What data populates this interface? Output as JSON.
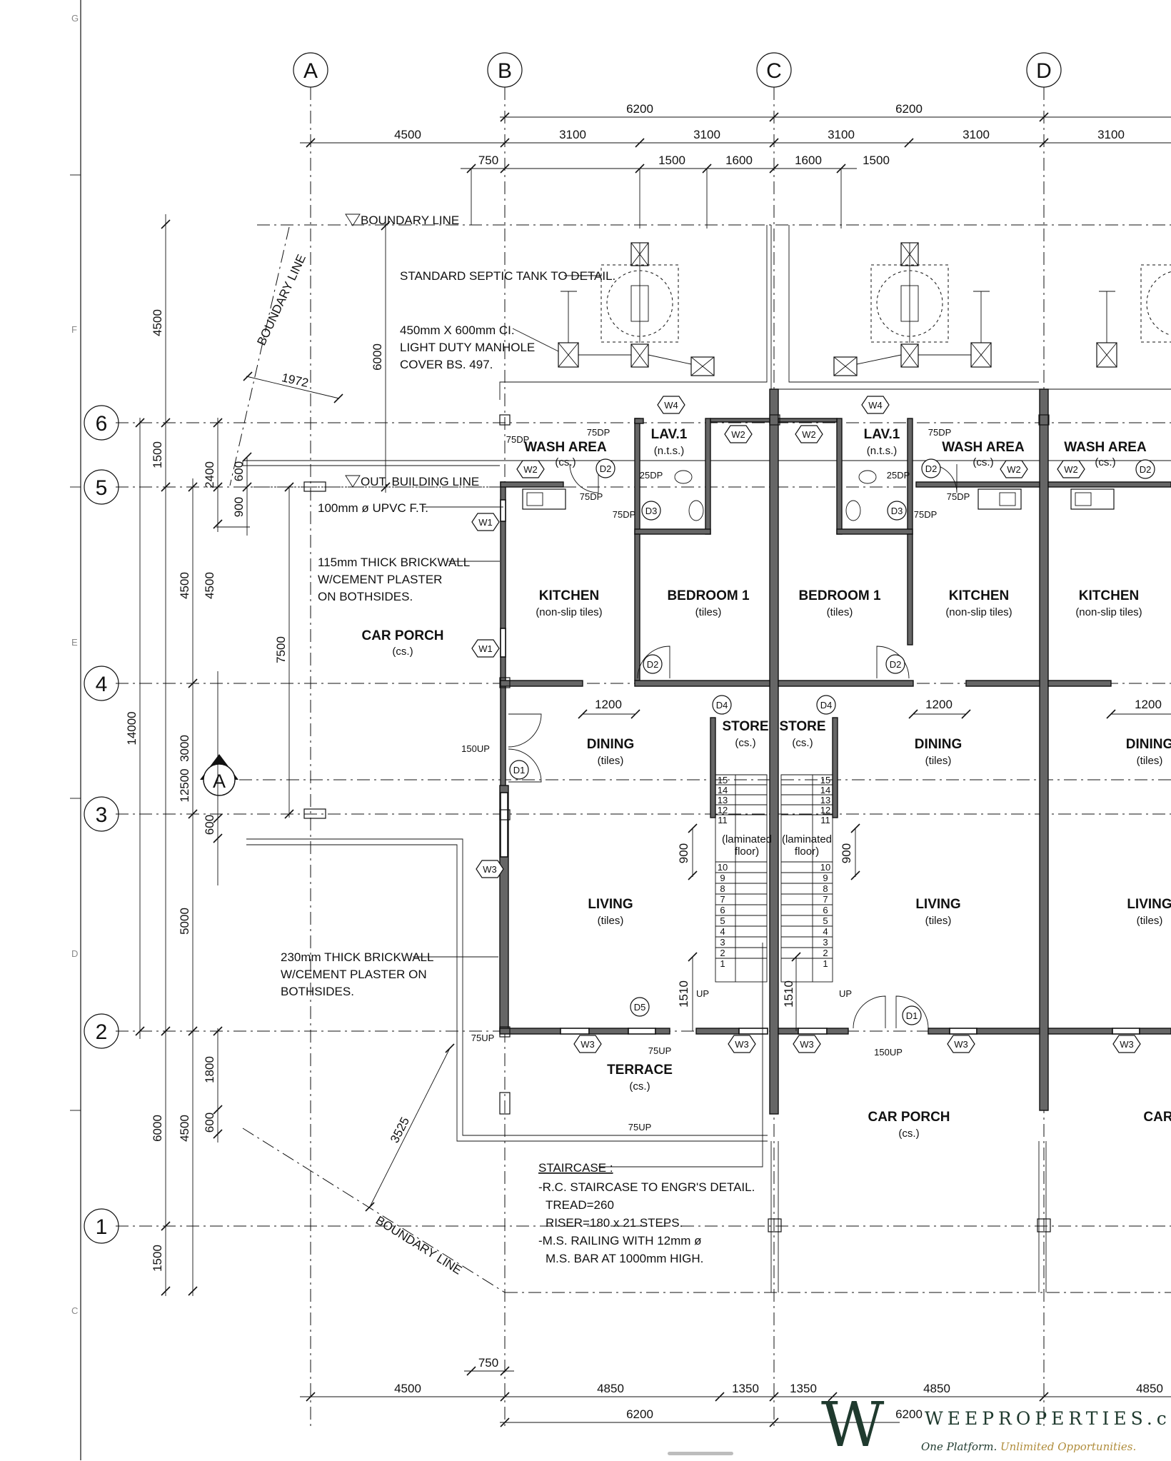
{
  "drawing": {
    "border_letters": [
      "G",
      "F",
      "E",
      "D",
      "C"
    ],
    "grid_columns": [
      "A",
      "B",
      "C",
      "D"
    ],
    "grid_rows": [
      "6",
      "5",
      "4",
      "3",
      "2",
      "1"
    ],
    "section_marker": "A"
  },
  "dimensions": {
    "top_overall": [
      "6200",
      "6200"
    ],
    "top_row2": [
      "4500",
      "3100",
      "3100",
      "3100",
      "3100",
      "3100"
    ],
    "top_row3": [
      "750",
      "1500",
      "1600",
      "1600",
      "1500"
    ],
    "left_outer": "14000",
    "left_mid": "12500",
    "left_segments": [
      "4500",
      "1500",
      "6000",
      "1500"
    ],
    "left_inner": [
      "2400",
      "600",
      "900",
      "4500",
      "3000",
      "5000",
      "1800",
      "4500",
      "600"
    ],
    "bottom_row1": [
      "750"
    ],
    "bottom_row2": [
      "4500",
      "4850",
      "1350",
      "1350",
      "4850",
      "4850"
    ],
    "bottom_row3": [
      "6200",
      "6200"
    ],
    "misc": [
      "6000",
      "1972",
      "7500",
      "3525",
      "1200",
      "1200",
      "1200",
      "900",
      "900",
      "1510",
      "1510"
    ]
  },
  "levels": [
    "75DP",
    "75DP",
    "25DP",
    "75DP",
    "75DP",
    "25DP",
    "75DP",
    "75DP",
    "75DP",
    "150UP",
    "75UP",
    "75UP",
    "75UP",
    "150UP",
    "UP",
    "UP"
  ],
  "rooms": [
    {
      "name": "WASH AREA",
      "finish": "(cs.)"
    },
    {
      "name": "LAV.1",
      "finish": "(n.t.s.)"
    },
    {
      "name": "LAV.1",
      "finish": "(n.t.s.)"
    },
    {
      "name": "WASH AREA",
      "finish": "(cs.)"
    },
    {
      "name": "WASH AREA",
      "finish": "(cs.)"
    },
    {
      "name": "KITCHEN",
      "finish": "(non-slip tiles)"
    },
    {
      "name": "BEDROOM 1",
      "finish": "(tiles)"
    },
    {
      "name": "BEDROOM 1",
      "finish": "(tiles)"
    },
    {
      "name": "KITCHEN",
      "finish": "(non-slip tiles)"
    },
    {
      "name": "KITCHEN",
      "finish": "(non-slip tiles)"
    },
    {
      "name": "CAR PORCH",
      "finish": "(cs.)"
    },
    {
      "name": "STORE",
      "finish": "(cs.)"
    },
    {
      "name": "STORE",
      "finish": "(cs.)"
    },
    {
      "name": "DINING",
      "finish": "(tiles)"
    },
    {
      "name": "DINING",
      "finish": "(tiles)"
    },
    {
      "name": "DINING",
      "finish": "(tiles)"
    },
    {
      "name": "LIVING",
      "finish": "(tiles)"
    },
    {
      "name": "LIVING",
      "finish": "(tiles)"
    },
    {
      "name": "LIVING",
      "finish": "(tiles)"
    },
    {
      "name": "TERRACE",
      "finish": "(cs.)"
    },
    {
      "name": "CAR PORCH",
      "finish": "(cs.)"
    },
    {
      "name": "CAR",
      "finish": ""
    }
  ],
  "stair_labels": [
    "(laminated",
    "floor)",
    "(laminated",
    "floor)"
  ],
  "tags": [
    "W4",
    "W4",
    "W2",
    "W2",
    "W2",
    "D2",
    "D2",
    "W2",
    "W2",
    "D2",
    "D3",
    "D3",
    "W1",
    "W1",
    "D2",
    "D2",
    "D4",
    "D4",
    "D1",
    "W3",
    "D5",
    "W3",
    "W3",
    "W3",
    "W3",
    "W3",
    "D1"
  ],
  "notes": {
    "boundary_top": "BOUNDARY LINE",
    "boundary_diag": "BOUNDARY LINE",
    "boundary_bottom": "BOUNDARY LINE",
    "building_line": "OUT. BUILDING LINE",
    "septic": "STANDARD SEPTIC TANK TO DETAIL.",
    "manhole": [
      "450mm X 600mm CI.",
      "LIGHT DUTY MANHOLE",
      "COVER BS. 497."
    ],
    "upvc": "100mm ø UPVC F.T.",
    "brick115": [
      "115mm THICK BRICKWALL",
      "W/CEMENT PLASTER",
      "ON BOTHSIDES."
    ],
    "brick230": [
      "230mm THICK BRICKWALL",
      "W/CEMENT PLASTER ON",
      "BOTHSIDES."
    ],
    "staircase": [
      "STAIRCASE :",
      "-R.C. STAIRCASE TO ENGR'S DETAIL.",
      "TREAD=260",
      "RISER=180 x 21 STEPS.",
      "-M.S. RAILING WITH 12mm ø",
      "M.S. BAR AT 1000mm HIGH."
    ]
  },
  "brand": {
    "letter": "W",
    "name": "WEEPROPERTIES.com",
    "tagline_a": "One Platform.",
    "tagline_b": "Unlimited Opportunities."
  },
  "colors": {
    "ink": "#111111",
    "wall_fill": "#666666",
    "brand": "#1f3a2e",
    "brand_accent": "#b08d3c"
  }
}
